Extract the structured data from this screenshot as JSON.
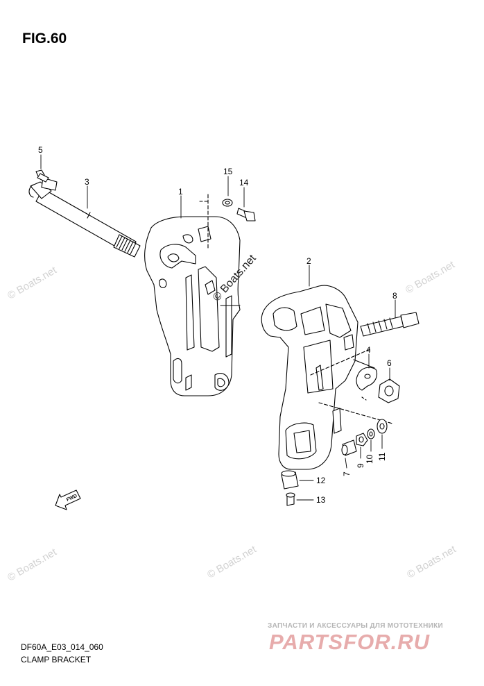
{
  "figure": {
    "title": "FIG.60",
    "code": "DF60A_E03_014_060",
    "caption": "CLAMP BRACKET"
  },
  "shop": {
    "tagline": "ЗАПЧАСТИ И АКСЕССУАРЫ ДЛЯ МОТОТЕХНИКИ",
    "logo": "PARTSFOR.RU"
  },
  "watermark": "© Boats.net",
  "fwd_label": "FWD",
  "callouts": [
    "1",
    "2",
    "3",
    "4",
    "5",
    "6",
    "7",
    "8",
    "9",
    "10",
    "11",
    "12",
    "13",
    "14",
    "15"
  ],
  "colors": {
    "line": "#000000",
    "watermark": "#d2d2d2",
    "logo": "#e7acac"
  },
  "icons": [
    "fwd-arrow-icon"
  ]
}
